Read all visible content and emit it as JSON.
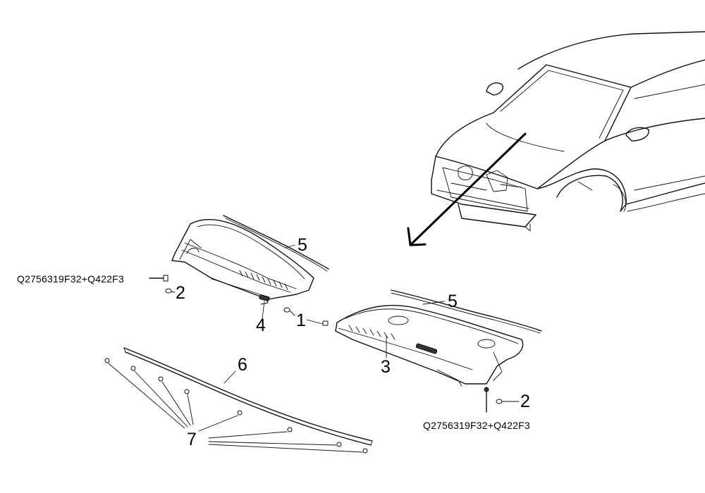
{
  "callouts": {
    "c1": "1",
    "c2_left": "2",
    "c2_right": "2",
    "c3": "3",
    "c4": "4",
    "c5_left": "5",
    "c5_right": "5",
    "c6": "6",
    "c7": "7"
  },
  "part_numbers": {
    "left": "Q2756319F32+Q422F3",
    "right": "Q2756319F32+Q422F3"
  },
  "colors": {
    "ink": "#111111",
    "background": "#ffffff"
  }
}
